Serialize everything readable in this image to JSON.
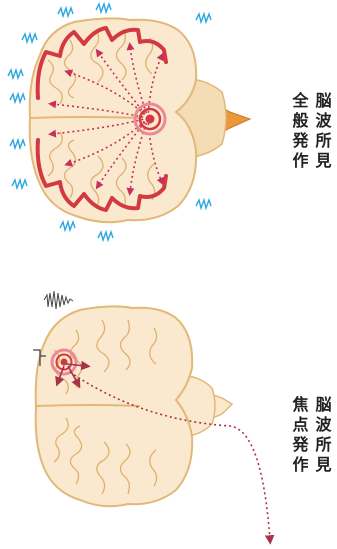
{
  "panels": [
    {
      "id": "focal",
      "label_line1": "焦点発作",
      "label_line2": "脳波所見"
    },
    {
      "id": "generalized",
      "label_line1": "全般発作",
      "label_line2": "脳波所見"
    }
  ],
  "colors": {
    "brain_fill": "#fbe9cf",
    "brain_outline": "#e2b878",
    "sulcus": "#e0b06e",
    "brainstem": "#e8973a",
    "focus_red": "#d23a3f",
    "focus_pink": "#e98a9a",
    "spread_arrow": "#c8305a",
    "eeg_wave": "#2aa7df",
    "eeg_black": "#444444"
  },
  "icons": [
    "focus-target-icon",
    "eeg-electrode-icon",
    "eeg-spike-wave-icon",
    "brain-icon",
    "generalized-focus-icon"
  ]
}
